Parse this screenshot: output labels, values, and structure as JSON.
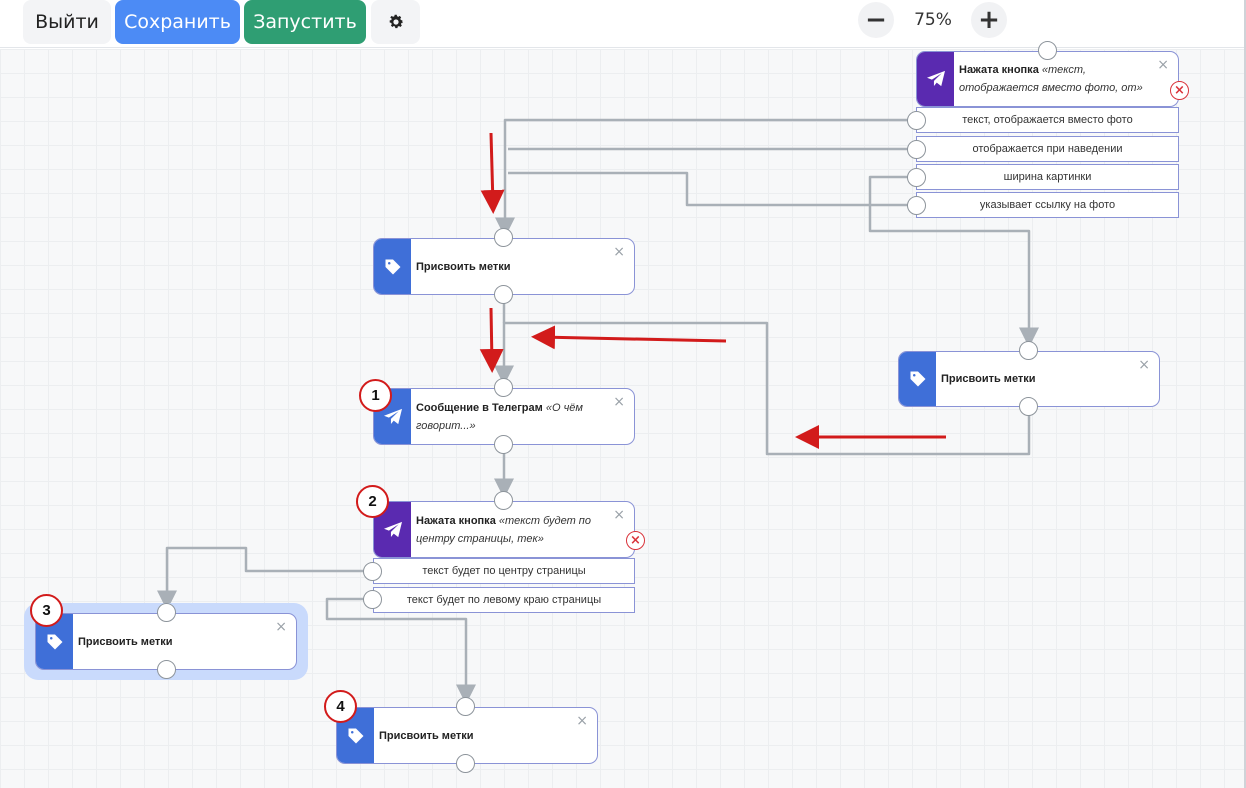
{
  "toolbar": {
    "exit_label": "Выйти",
    "save_label": "Сохранить",
    "run_label": "Запустить",
    "settings_icon": "gear-icon",
    "zoom_out_label": "−",
    "zoom_value": "75%",
    "zoom_in_label": "+"
  },
  "nodes": {
    "top_button": {
      "title": "Нажата кнопка",
      "subtitle": "«текст, отображается вместо фото, от»",
      "close": "×",
      "error": "×",
      "icon": "telegram-icon",
      "options": [
        "текст, отображается вместо фото",
        "отображается при наведении",
        "ширина картинки",
        "указывает ссылку на фото"
      ]
    },
    "tags_upper": {
      "title": "Присвоить метки",
      "close": "×",
      "icon": "tag-icon"
    },
    "tags_right": {
      "title": "Присвоить метки",
      "close": "×",
      "icon": "tag-icon"
    },
    "telegram_msg": {
      "title": "Сообщение в Телеграм",
      "subtitle": "«О чём говорит...»",
      "close": "×",
      "icon": "telegram-icon"
    },
    "button_pressed_2": {
      "title": "Нажата кнопка",
      "subtitle": "«текст будет по центру страницы, тек»",
      "close": "×",
      "error": "×",
      "icon": "telegram-icon",
      "options": [
        "текст будет по центру страницы",
        "текст будет по левому краю страницы"
      ]
    },
    "tags_left": {
      "title": "Присвоить метки",
      "close": "×",
      "icon": "tag-icon"
    },
    "tags_bottom": {
      "title": "Присвоить метки",
      "close": "×",
      "icon": "tag-icon"
    }
  },
  "badges": [
    "1",
    "2",
    "3",
    "4"
  ],
  "colors": {
    "primary": "#4c8bf5",
    "success": "#2f9e73",
    "node_blue": "#3f6fd8",
    "node_purple": "#5a2ab0",
    "annotation_red": "#d21b1b"
  }
}
